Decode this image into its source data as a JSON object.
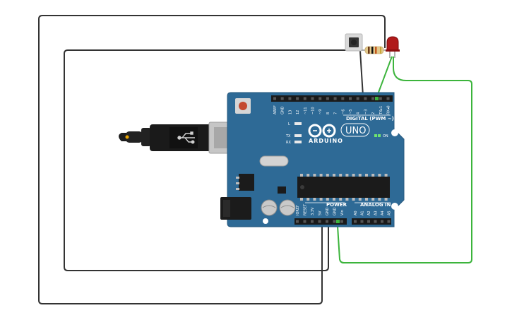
{
  "board": {
    "brand": "ARDUINO",
    "model": "UNO",
    "digital_header": "DIGITAL (PWM ~)",
    "analog_header": "ANALOG IN",
    "power_header": "POWER",
    "on_label": "ON",
    "led_l": "L",
    "led_tx": "TX",
    "led_rx": "RX",
    "digital_pins": [
      "AREF",
      "GND",
      "13",
      "12",
      "~11",
      "~10",
      "~9",
      "8",
      "7",
      "~6",
      "~5",
      "4",
      "~3",
      "2",
      "TX▸1",
      "RX◂0"
    ],
    "power_pins": [
      "IOREF",
      "RESET",
      "3.3V",
      "5V",
      "GND",
      "GND",
      "Vin"
    ],
    "analog_pins": [
      "A0",
      "A1",
      "A2",
      "A3",
      "A4",
      "A5"
    ]
  },
  "colors": {
    "board": "#2e6a96",
    "board_edge": "#27597f",
    "wire_black": "#333333",
    "wire_green": "#3cb43c",
    "led_red": "#b01a1a",
    "resistor": "#e2c98c"
  },
  "components": {
    "usb_cable": "usb-cable",
    "pushbutton": "pushbutton",
    "resistor": "resistor",
    "led": "red-led"
  }
}
